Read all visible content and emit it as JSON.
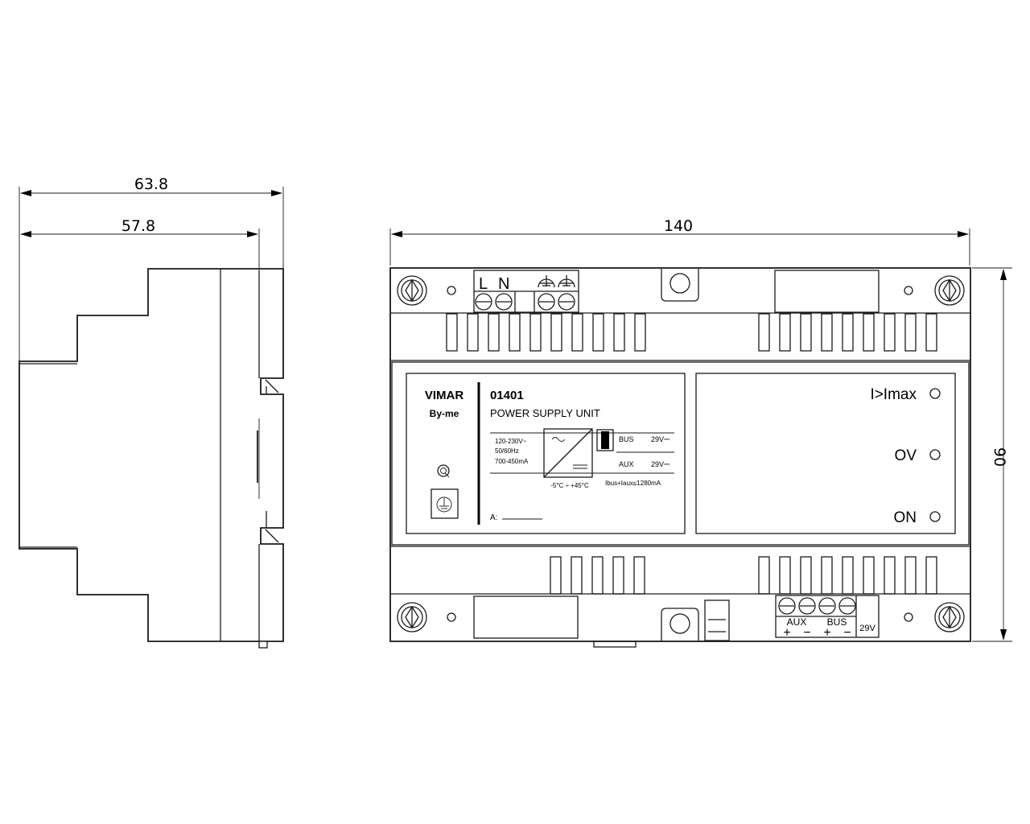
{
  "dimensions": {
    "overall_depth": "63.8",
    "body_depth": "57.8",
    "width": "140",
    "height": "90"
  },
  "front_label": {
    "brand": "VIMAR",
    "subbrand": "By-me",
    "code": "01401",
    "product": "POWER SUPPLY UNIT",
    "input_line1": "120-230V~",
    "input_line2": "50/60Hz",
    "input_line3": "700-450mA",
    "bus_label": "BUS",
    "bus_voltage": "29V⎓",
    "aux_label": "AUX",
    "aux_voltage": "29V⎓",
    "temperature": "-5°C ÷ +45°C",
    "current_total": "Ibus+Iaux≤1280mA",
    "serial_prefix": "A:"
  },
  "indicators": {
    "overcurrent": "I>Imax",
    "overvoltage": "OV",
    "power_on": "ON"
  },
  "top_terminals": {
    "line": "L",
    "neutral": "N"
  },
  "bottom_terminals": {
    "aux": "AUX",
    "bus": "BUS",
    "plus_aux": "+",
    "minus_aux": "−",
    "plus_bus": "+",
    "minus_bus": "−",
    "voltage": "29V"
  }
}
